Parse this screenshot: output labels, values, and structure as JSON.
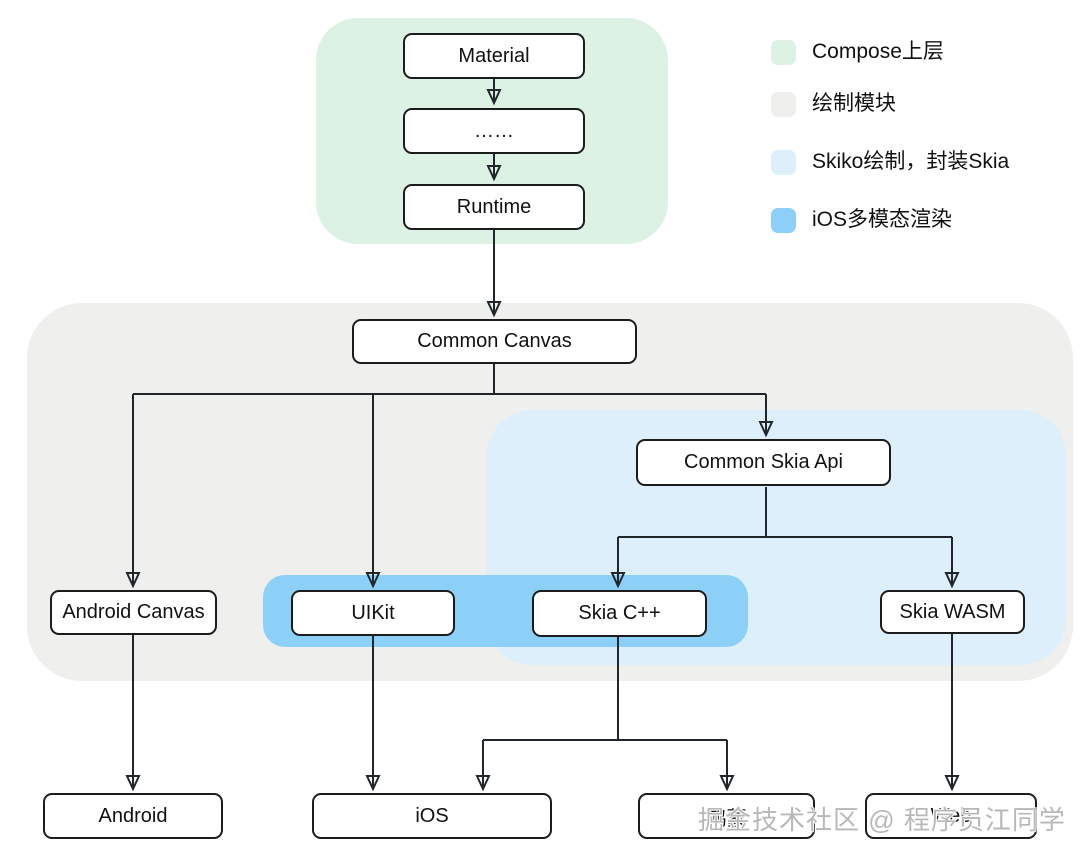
{
  "legend": {
    "items": [
      {
        "label": "Compose上层",
        "color": "#dcf2e4"
      },
      {
        "label": "绘制模块",
        "color": "#efefee"
      },
      {
        "label": "Skiko绘制，封装Skia",
        "color": "#ddeffb"
      },
      {
        "label": "iOS多模态渲染",
        "color": "#8dd0f7"
      }
    ]
  },
  "nodes": {
    "material": {
      "label": "Material"
    },
    "ellipsis": {
      "label": "……"
    },
    "runtime": {
      "label": "Runtime"
    },
    "common_canvas": {
      "label": "Common Canvas"
    },
    "common_skia_api": {
      "label": "Common Skia Api"
    },
    "android_canvas": {
      "label": "Android Canvas"
    },
    "uikit": {
      "label": "UIKit"
    },
    "skia_cpp": {
      "label": "Skia C++"
    },
    "skia_wasm": {
      "label": "Skia WASM"
    },
    "android": {
      "label": "Android"
    },
    "ios": {
      "label": "iOS"
    },
    "harmony": {
      "label": "鸿蒙"
    },
    "web": {
      "label": "Web"
    }
  },
  "edges": [
    [
      "Material",
      "……"
    ],
    [
      "……",
      "Runtime"
    ],
    [
      "Runtime",
      "Common Canvas"
    ],
    [
      "Common Canvas",
      "Android Canvas"
    ],
    [
      "Common Canvas",
      "UIKit"
    ],
    [
      "Common Canvas",
      "Common Skia Api"
    ],
    [
      "Common Skia Api",
      "Skia C++"
    ],
    [
      "Common Skia Api",
      "Skia WASM"
    ],
    [
      "Android Canvas",
      "Android"
    ],
    [
      "UIKit",
      "iOS"
    ],
    [
      "Skia C++",
      "iOS"
    ],
    [
      "Skia C++",
      "鸿蒙"
    ],
    [
      "Skia WASM",
      "Web"
    ]
  ],
  "colors": {
    "compose_layer": "#dcf2e4",
    "draw_module": "#efefee",
    "skiko": "#ddeffb",
    "ios_multimodal": "#8dd0f7",
    "edge": "#20262b",
    "node_border": "#1c1c1c",
    "node_bg": "#ffffff"
  },
  "watermark": {
    "text": "掘金技术社区 @ 程序员江同学"
  }
}
